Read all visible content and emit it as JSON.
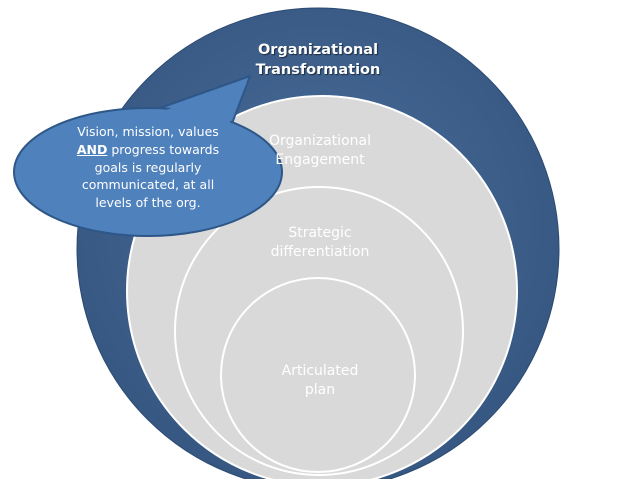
{
  "colors": {
    "outer_circle": "#3b5c87",
    "ring_fill": "#d9d9d9",
    "ring_stroke": "#ffffff",
    "callout_fill": "#4f81bd",
    "callout_stroke": "#2e5788"
  },
  "layers": [
    {
      "lines": [
        "Organizational",
        "Transformation"
      ]
    },
    {
      "lines": [
        "Organizational",
        "Engagement"
      ]
    },
    {
      "lines": [
        "Strategic",
        "differentiation"
      ]
    },
    {
      "lines": [
        "Articulated",
        "plan"
      ]
    }
  ],
  "callout": {
    "line1": "Vision, mission, values",
    "emphasis": "AND",
    "line2_rest": " progress towards",
    "line3": "goals is regularly",
    "line4": "communicated, at all",
    "line5": "levels of the org."
  }
}
